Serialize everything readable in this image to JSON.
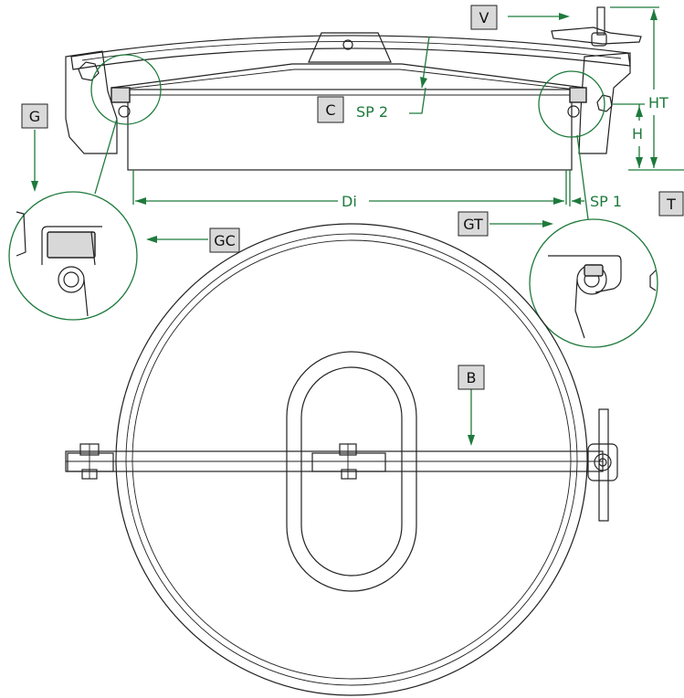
{
  "callouts": {
    "V": "V",
    "G": "G",
    "C": "C",
    "GC": "GC",
    "GT": "GT",
    "T": "T",
    "B": "B"
  },
  "dimensions": {
    "sp2": "SP 2",
    "sp1": "SP 1",
    "di": "Di",
    "h": "H",
    "ht": "HT"
  },
  "colors": {
    "annotation": "#1e7a3c",
    "linework": "#222222",
    "label_box": "#d9d9d9"
  }
}
